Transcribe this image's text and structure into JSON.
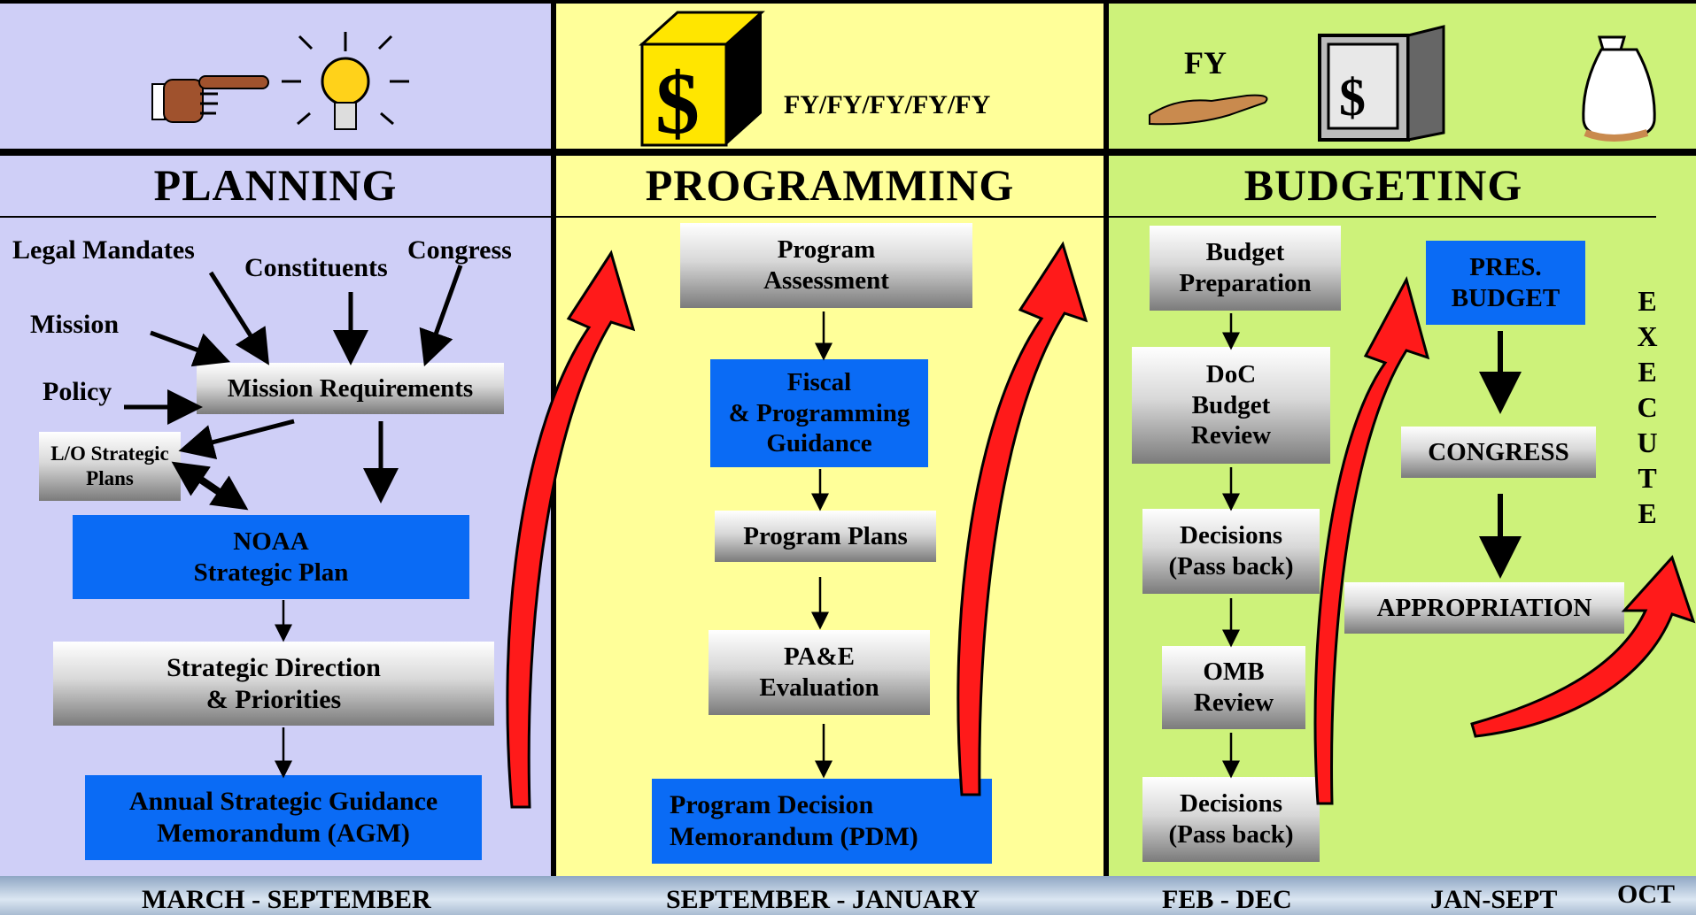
{
  "header": {
    "programming_fy": "FY/FY/FY/FY/FY",
    "budgeting_fy": "FY"
  },
  "sections": {
    "planning": "PLANNING",
    "programming": "PROGRAMMING",
    "budgeting": "BUDGETING"
  },
  "planning": {
    "inputs": {
      "legal_mandates": "Legal Mandates",
      "constituents": "Constituents",
      "congress": "Congress",
      "mission": "Mission",
      "policy": "Policy"
    },
    "mission_requirements": "Mission Requirements",
    "lo_strategic_plans": [
      "L/O Strategic",
      "Plans"
    ],
    "noaa_plan": [
      "NOAA",
      "Strategic Plan"
    ],
    "strategic_direction": [
      "Strategic Direction",
      "& Priorities"
    ],
    "agm": [
      "Annual Strategic Guidance",
      "Memorandum (AGM)"
    ]
  },
  "programming": {
    "program_assessment": [
      "Program",
      "Assessment"
    ],
    "fiscal_guidance": [
      "Fiscal",
      "& Programming",
      "Guidance"
    ],
    "program_plans": "Program Plans",
    "pae_evaluation": [
      "PA&E",
      "Evaluation"
    ],
    "pdm": [
      "Program Decision",
      "Memorandum (PDM)"
    ]
  },
  "budgeting": {
    "budget_preparation": [
      "Budget",
      "Preparation"
    ],
    "doc_review": [
      "DoC",
      "Budget",
      "Review"
    ],
    "decisions_1": [
      "Decisions",
      "(Pass back)"
    ],
    "omb_review": [
      "OMB",
      "Review"
    ],
    "decisions_2": [
      "Decisions",
      "(Pass back)"
    ],
    "pres_budget": [
      "PRES.",
      "BUDGET"
    ],
    "congress": "CONGRESS",
    "appropriation": "APPROPRIATION",
    "execute": [
      "E",
      "X",
      "E",
      "C",
      "U",
      "T",
      "E"
    ]
  },
  "footer": {
    "planning": "MARCH - SEPTEMBER",
    "programming": "SEPTEMBER - JANUARY",
    "budgeting_1": "FEB - DEC",
    "budgeting_2": "JAN-SEPT",
    "execute": "OCT"
  },
  "icons": [
    "pointing-hand-icon",
    "lightbulb-icon",
    "money-cube-icon",
    "open-hand-icon",
    "safe-icon",
    "money-bag-icon"
  ],
  "colors": {
    "planning_bg": "#cfcff7",
    "programming_bg": "#ffff99",
    "budgeting_bg": "#cdf27a",
    "blue_box": "#0a6bf5",
    "arrow_red": "#ff1a1a"
  }
}
